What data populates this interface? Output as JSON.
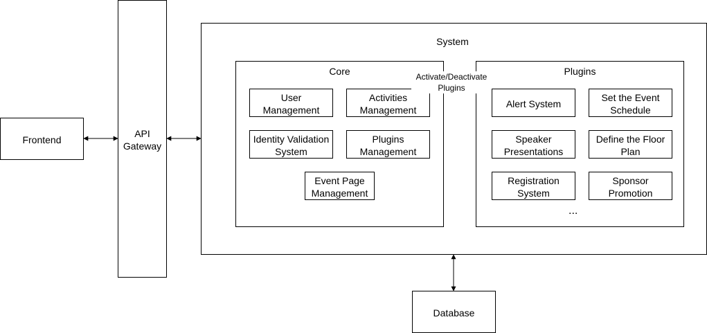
{
  "nodes": {
    "frontend": "Frontend",
    "api_gateway": "API\nGateway",
    "database": "Database",
    "user_management": "User\nManagement",
    "activities_management": "Activities\nManagement",
    "identity_validation": "Identity Validation\nSystem",
    "plugins_management": "Plugins\nManagement",
    "event_page_management": "Event Page\nManagement",
    "alert_system": "Alert System",
    "set_event_schedule": "Set the Event\nSchedule",
    "speaker_presentations": "Speaker\nPresentations",
    "define_floor_plan": "Define the Floor\nPlan",
    "registration_system": "Registration\nSystem",
    "sponsor_promotion": "Sponsor\nPromotion"
  },
  "containers": {
    "system": "System",
    "core": "Core",
    "plugins": "Plugins"
  },
  "edge_labels": {
    "activate_deactivate": "Activate/Deactivate\nPlugins"
  },
  "plugins_more": "..."
}
